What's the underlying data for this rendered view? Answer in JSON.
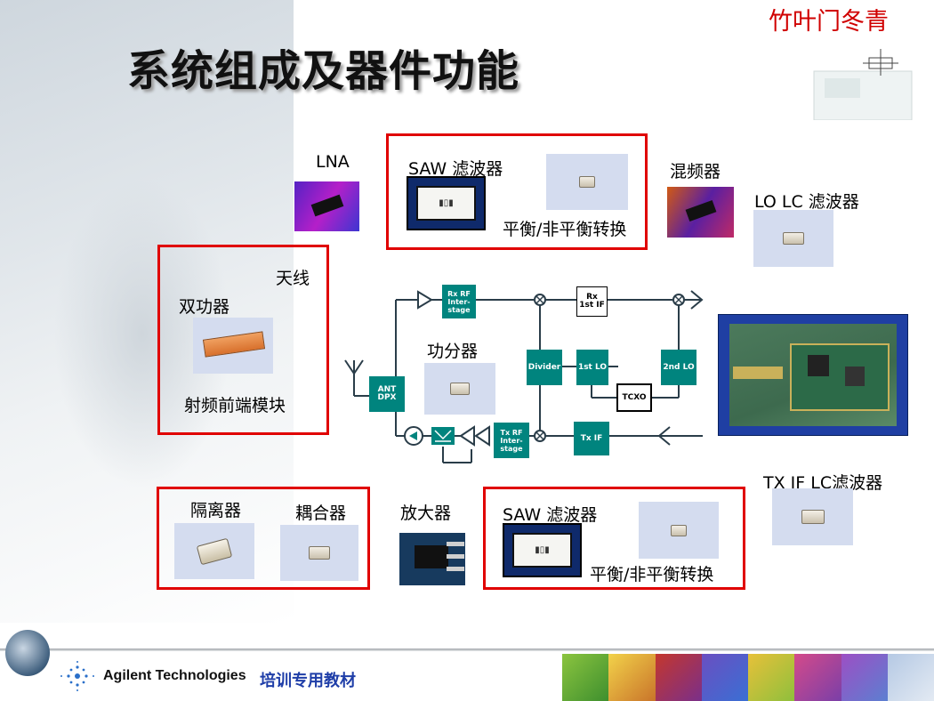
{
  "brand": "竹叶门冬青",
  "title": "系统组成及器件功能",
  "components": {
    "lna": "LNA",
    "saw_top": "SAW 滤波器",
    "balun_top": "平衡/非平衡转换",
    "mixer": "混频器",
    "lo_lc_filter": "LO LC 滤波器",
    "antenna": "天线",
    "duplexer": "双功器",
    "rf_frontend": "射频前端模块",
    "power_divider": "功分器",
    "tx_if_lc_filter": "TX IF LC滤波器",
    "isolator": "隔离器",
    "coupler": "耦合器",
    "amplifier": "放大器",
    "saw_bottom": "SAW 滤波器",
    "balun_bottom": "平衡/非平衡转换"
  },
  "block_diagram": {
    "ant_dpx": "ANT\nDPX",
    "rx_rf": "Rx RF\nInter-\nstage",
    "rx_if": "Rx\n1st IF",
    "divider": "Divider",
    "lo1": "1st LO",
    "lo2": "2nd LO",
    "tcxo": "TCXO",
    "tx_rf": "Tx RF\nInter-\nstage",
    "tx_if": "Tx IF"
  },
  "footer": {
    "company": "Agilent Technologies",
    "training": "培训专用教材"
  },
  "colors": {
    "highlight_box": "#e00000",
    "block_fill": "#00847e",
    "brand_text": "#d00000",
    "training_text": "#1f3ea8"
  }
}
